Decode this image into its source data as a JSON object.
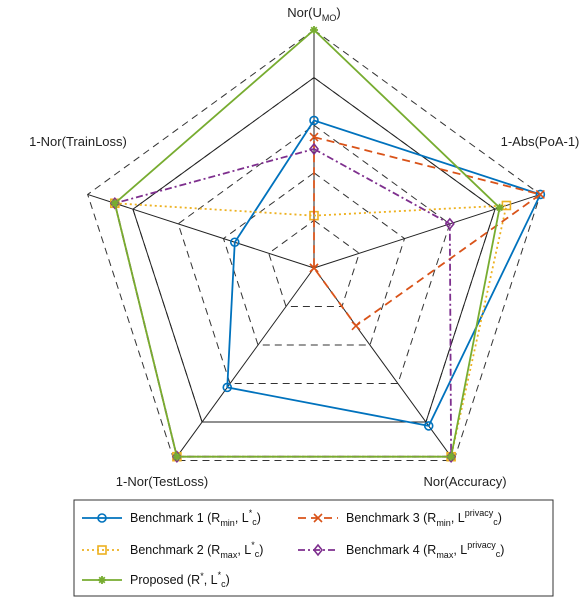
{
  "chart_data": {
    "type": "radar",
    "axes": [
      {
        "label": "Nor(U",
        "sub": "MO",
        "tail": ")"
      },
      {
        "label": "1-Abs(PoA-1)",
        "sub": "",
        "tail": ""
      },
      {
        "label": "Nor(Accuracy)",
        "sub": "",
        "tail": ""
      },
      {
        "label": "1-Nor(TestLoss)",
        "sub": "",
        "tail": ""
      },
      {
        "label": "1-Nor(TrainLoss)",
        "sub": "",
        "tail": ""
      }
    ],
    "range": [
      0,
      1
    ],
    "rings": 5,
    "series": [
      {
        "name": "Benchmark 1",
        "legend": {
          "main": "Benchmark 1 (R",
          "sub1": "min",
          "mid": ", L",
          "sup2": "*",
          "sub2": "c",
          "end": ")"
        },
        "color": "#0072BD",
        "dash": "",
        "marker": "circle",
        "values": [
          0.62,
          1.0,
          0.82,
          0.62,
          0.35
        ]
      },
      {
        "name": "Benchmark 2",
        "legend": {
          "main": "Benchmark 2 (R",
          "sub1": "max",
          "mid": ", L",
          "sup2": "*",
          "sub2": "c",
          "end": ")"
        },
        "color": "#EDB120",
        "dash": "2,3",
        "marker": "square",
        "values": [
          0.22,
          0.85,
          0.98,
          0.98,
          0.88
        ]
      },
      {
        "name": "Benchmark 3",
        "legend": {
          "main": "Benchmark 3 (R",
          "sub1": "min",
          "mid": ", L",
          "sup2": "privacy",
          "sub2": "c",
          "end": ")"
        },
        "color": "#D95319",
        "dash": "8,5",
        "marker": "x",
        "values": [
          0.55,
          1.0,
          0.3,
          0.0,
          0.0
        ]
      },
      {
        "name": "Benchmark 4",
        "legend": {
          "main": "Benchmark 4 (R",
          "sub1": "max",
          "mid": ", L",
          "sup2": "privacy",
          "sub2": "c",
          "end": ")"
        },
        "color": "#7E2F8E",
        "dash": "7,3,2,3",
        "marker": "diamond",
        "values": [
          0.5,
          0.6,
          0.98,
          0.98,
          0.88
        ]
      },
      {
        "name": "Proposed",
        "legend": {
          "main": "Proposed (R",
          "sub1": "",
          "mid": ", L",
          "sup2": "*",
          "sub2": "c",
          "end": ")",
          "sup1": "*"
        },
        "color": "#77AC30",
        "dash": "",
        "marker": "asterisk",
        "values": [
          1.0,
          0.82,
          0.98,
          0.98,
          0.88
        ]
      }
    ],
    "grid": true,
    "legend_position": "bottom"
  }
}
